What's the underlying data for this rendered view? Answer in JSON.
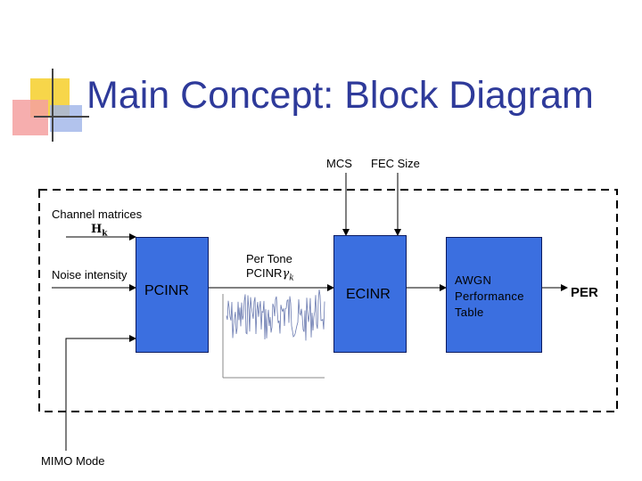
{
  "title": "Main Concept: Block Diagram",
  "inputs": {
    "mcs": "MCS",
    "fec_size": "FEC Size",
    "channel_matrices": "Channel matrices",
    "channel_symbol": "H",
    "channel_subscript": "k",
    "noise_intensity": "Noise intensity",
    "mimo_mode": "MIMO Mode"
  },
  "blocks": {
    "pcinr": "PCINR",
    "ecinr": "ECINR",
    "awgn_table": "AWGN\nPerformance\nTable"
  },
  "per_tone": {
    "line1": "Per Tone",
    "line2": "PCINR",
    "gamma": "γ",
    "gamma_subscript": "k"
  },
  "output": "PER",
  "colors": {
    "title": "#2e3a9a",
    "block_fill": "#3b6fe0",
    "logo_yellow": "#f7d64a",
    "logo_red": "#f08080"
  }
}
